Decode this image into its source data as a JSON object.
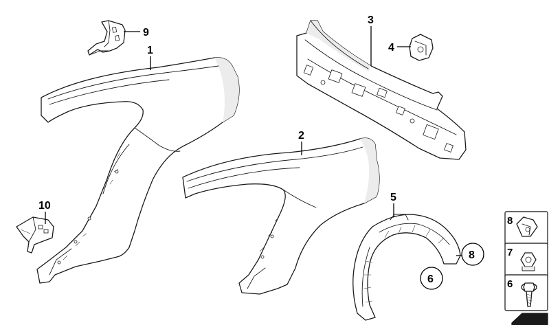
{
  "callouts": {
    "c1": "1",
    "c2": "2",
    "c3": "3",
    "c4": "4",
    "c5": "5",
    "c6": "6",
    "c8": "8",
    "c9": "9",
    "c10": "10"
  },
  "legend": {
    "items": [
      {
        "label": "8",
        "icon": "clip-nut-icon"
      },
      {
        "label": "7",
        "icon": "hex-nut-icon"
      },
      {
        "label": "6",
        "icon": "screw-icon"
      }
    ]
  }
}
